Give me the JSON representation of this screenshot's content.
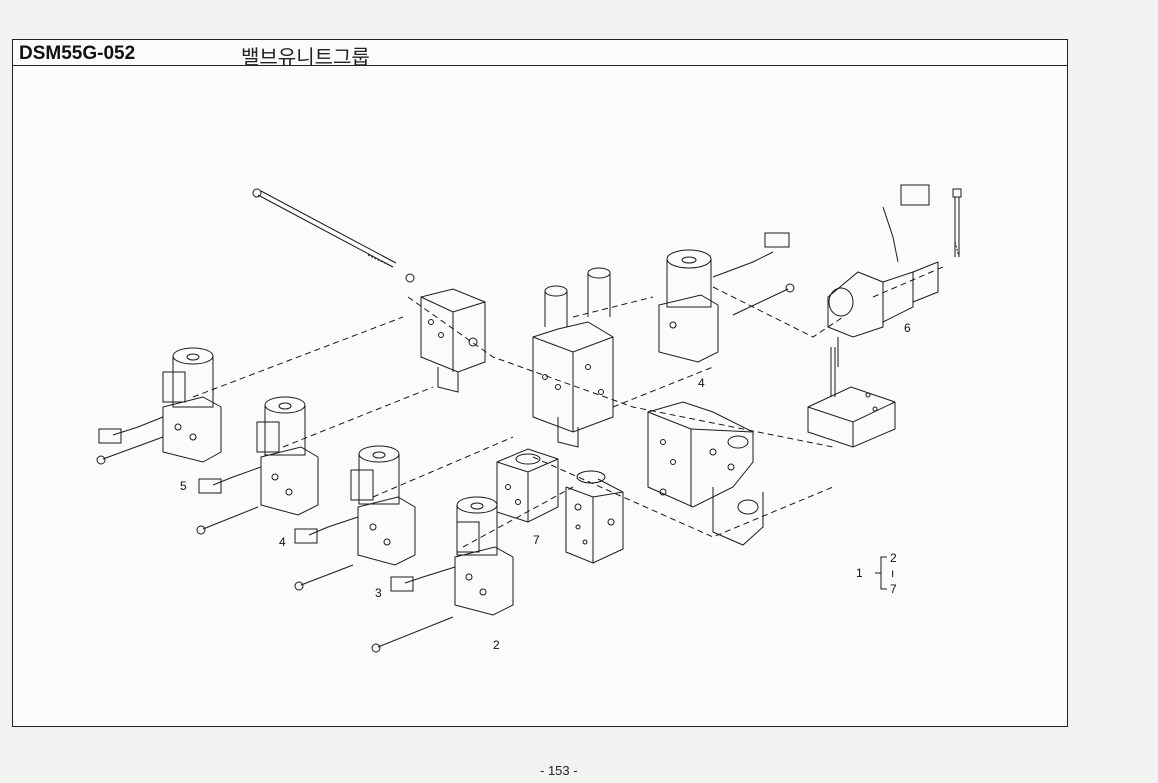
{
  "header": {
    "code": "DSM55G-052",
    "title": "밸브유니트그룹"
  },
  "callouts": {
    "c2": "2",
    "c3": "3",
    "c4a": "4",
    "c4b": "4",
    "c5": "5",
    "c6": "6",
    "c7": "7",
    "legend_main": "1",
    "legend_top": "2",
    "legend_mid": "ı",
    "legend_bottom": "7"
  },
  "footer": {
    "page_number": "- 153 -"
  },
  "colors": {
    "line": "#1a1a1a",
    "paper": "#fbfbf9",
    "background": "#f2f2f0"
  }
}
